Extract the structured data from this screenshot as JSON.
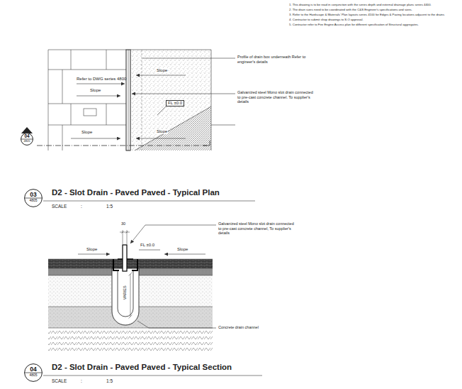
{
  "diagram": {
    "nodes": [
      {
        "text": [
          "04",
          "4805"
        ]
      },
      {
        "text": [
          "03",
          "4805"
        ]
      },
      {
        "text": [
          "04",
          "4805"
        ]
      }
    ],
    "labels": [
      "1. This drawing is to be read in conjunction with the series depth and external drainage plans series 4400.",
      "2. The drain sizes need to be coordinated with the C&S Engineer's specifications and sizes.",
      "3. Refer to the Hardscape & Materials' Plan layouts series 4100 for Edges & Paving locations adjacent to the drains",
      "4. Contractor to submit shop drawings to S.O approval.",
      "5. Contractor refer to Fire Engine Access plan for different specification of Structural aggregates.",
      "Slope",
      "Slope",
      "Refer to DWG series 4800",
      "FL ±0.0",
      "Slope",
      "Slope",
      "Profile of drain box underneath Refer to engineer's details",
      "Galvanized steel Mono slot drain connected to pre-cast concrete channel. To supplier's details",
      "D2 - Slot Drain - Paved Paved - Typical Plan",
      "SCALE",
      ":",
      "1:5",
      "30",
      "Slope",
      "FL ±0.0",
      "Slope",
      "Galvanized steel Mono slot drain connected to pre-cast concrete channel, To supplier's details",
      "VARIES",
      "Concrete drain channel",
      "D2 - Slot Drain - Paved Paved - Typical Section",
      "SCALE",
      ":",
      "1:5"
    ]
  }
}
